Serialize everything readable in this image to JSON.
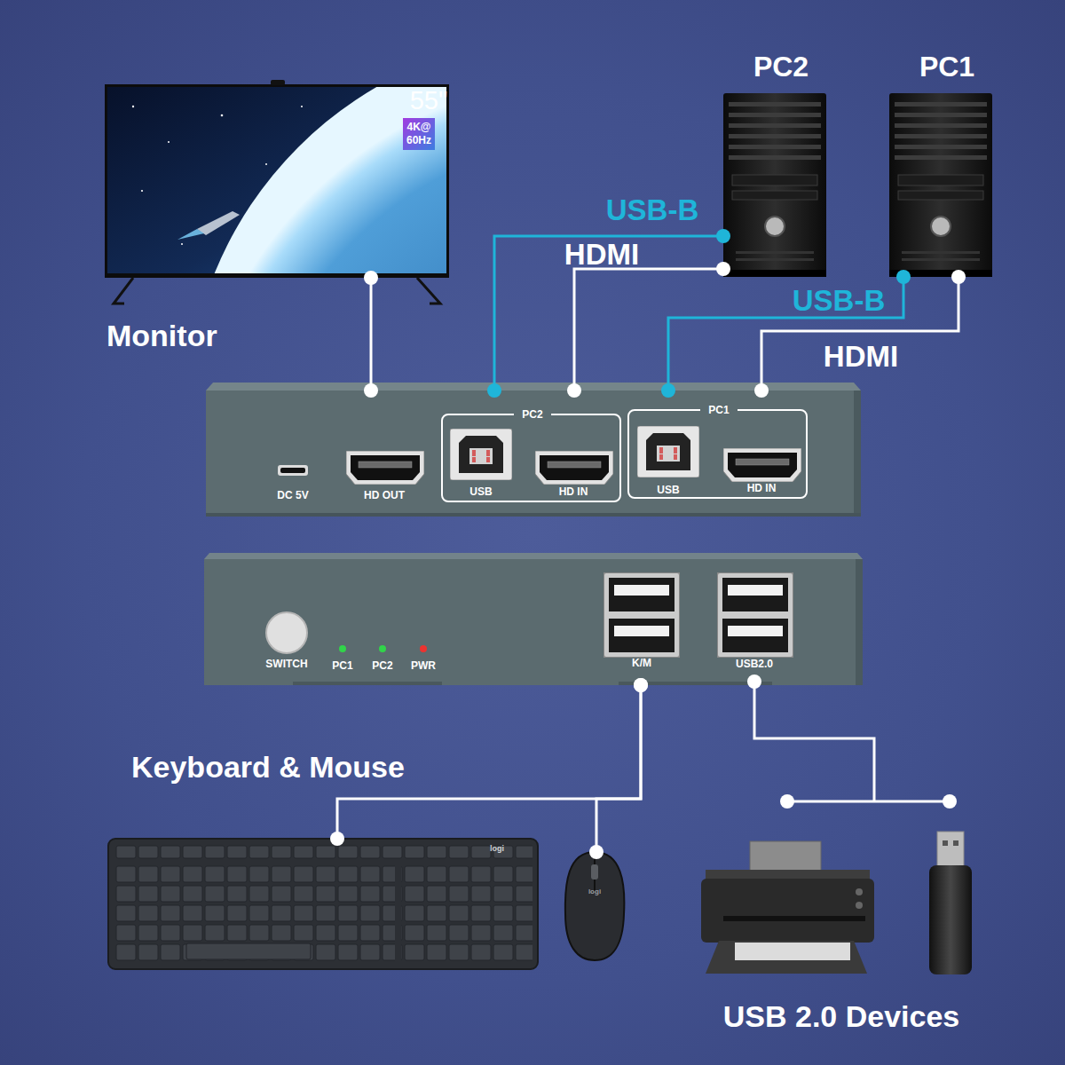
{
  "diagram": {
    "nodes": [
      {
        "text": [
          "55\"",
          "4K@ 60Hz",
          "Monitor"
        ]
      },
      {
        "text": [
          "PC2"
        ]
      },
      {
        "text": [
          "PC1"
        ]
      },
      {
        "text": [
          "DC 5V"
        ]
      },
      {
        "text": [
          "HD OUT"
        ]
      },
      {
        "text": [
          "PC2"
        ]
      },
      {
        "text": [
          "USB"
        ],
        "in": 5
      },
      {
        "text": [
          "HD IN"
        ],
        "in": 5
      },
      {
        "text": [
          "PC1"
        ]
      },
      {
        "text": [
          "USB"
        ],
        "in": 8
      },
      {
        "text": [
          "HD IN"
        ],
        "in": 8
      },
      {
        "text": [
          "SWITCH"
        ]
      },
      {
        "text": [
          "K/M"
        ]
      },
      {
        "text": [
          "USB2.0"
        ]
      },
      {
        "text": [
          "Keyboard & Mouse",
          "logi"
        ]
      },
      {
        "text": [
          "logi"
        ]
      }
    ],
    "edges": [
      {
        "from": 0,
        "to": 4,
        "arrow": "none"
      },
      {
        "from": 1,
        "to": 6,
        "label": "USB-B",
        "arrow": "none"
      },
      {
        "from": 1,
        "to": 7,
        "label": "HDMI",
        "arrow": "none"
      },
      {
        "from": 2,
        "to": 9,
        "label": "USB-B",
        "arrow": "none"
      },
      {
        "from": 2,
        "to": 10,
        "label": "HDMI",
        "arrow": "none"
      },
      {
        "from": 12,
        "to": 14,
        "arrow": "none"
      },
      {
        "from": 12,
        "to": 15,
        "arrow": "none"
      }
    ],
    "labels": [
      "PC1",
      "PC2",
      "PWR",
      "USB 2.0 Devices"
    ]
  }
}
